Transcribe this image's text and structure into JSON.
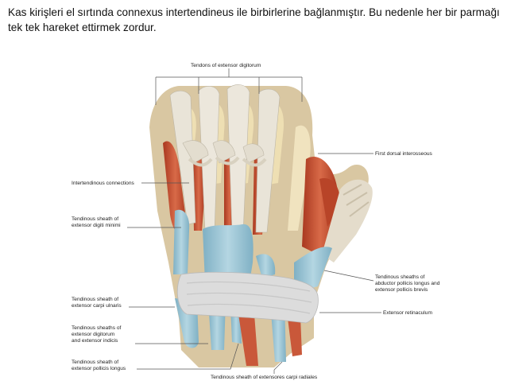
{
  "caption": "Kas kirişleri el sırtında connexus intertendineus ile birbirlerine bağlanmıştır. Bu nedenle her bir parmağı tek tek hareket ettirmek zordur.",
  "labels": {
    "tendons_extensor_digitorum": "Tendons of extensor digitorum",
    "first_dorsal_interosseous": "First dorsal interosseous",
    "intertendinous_connections": "Intertendinous connections",
    "sheath_digiti_minimi": [
      "Tendinous sheath of",
      "extensor digiti minimi"
    ],
    "sheaths_abductor_pollicis": [
      "Tendinous sheaths of",
      "abductor pollicis longus and",
      "extensor pollicis brevis"
    ],
    "sheath_carpi_ulnaris": [
      "Tendinous sheath of",
      "extensor carpi ulnaris"
    ],
    "extensor_retinaculum": "Extensor retinaculum",
    "sheaths_digitorum_indicis": [
      "Tendinous sheaths of",
      "extensor digitorum",
      "and extensor indicis"
    ],
    "sheath_pollicis_longus": [
      "Tendinous sheath of",
      "extensor pollicis longus"
    ],
    "sheath_carpi_radiales": "Tendinous sheath of extensores carpi radiales"
  },
  "colors": {
    "muscle": "#c9583a",
    "tendon": "#e6e1d6",
    "sheath": "#9cc3d3",
    "bone": "#eedfb3",
    "retinaculum": "#dcdcdc"
  }
}
